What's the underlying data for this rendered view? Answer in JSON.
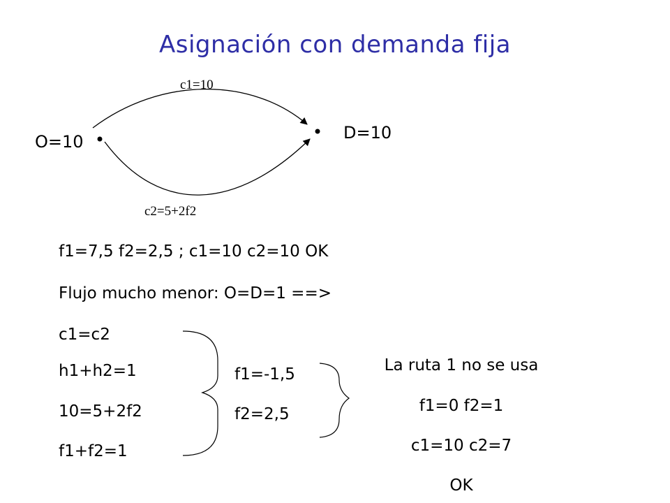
{
  "title": "Asignación con demanda fija",
  "diagram": {
    "origin_label": "O=10",
    "destination_label": "D=10",
    "edge1_label": "c1=10",
    "edge2_label": "c2=5+2f2"
  },
  "body_lines": [
    "f1=7,5 f2=2,5 ; c1=10 c2=10 OK",
    "Flujo mucho menor: O=D=1 ==>",
    "c1=c2",
    "h1+h2=1",
    "10=5+2f2",
    "f1+f2=1"
  ],
  "solution": [
    "f1=-1,5",
    "f2=2,5"
  ],
  "conclusion": [
    "La ruta 1 no se usa",
    "f1=0 f2=1",
    "c1=10 c2=7",
    "OK"
  ],
  "colors": {
    "title": "#2e2ea6",
    "text": "#000000"
  }
}
